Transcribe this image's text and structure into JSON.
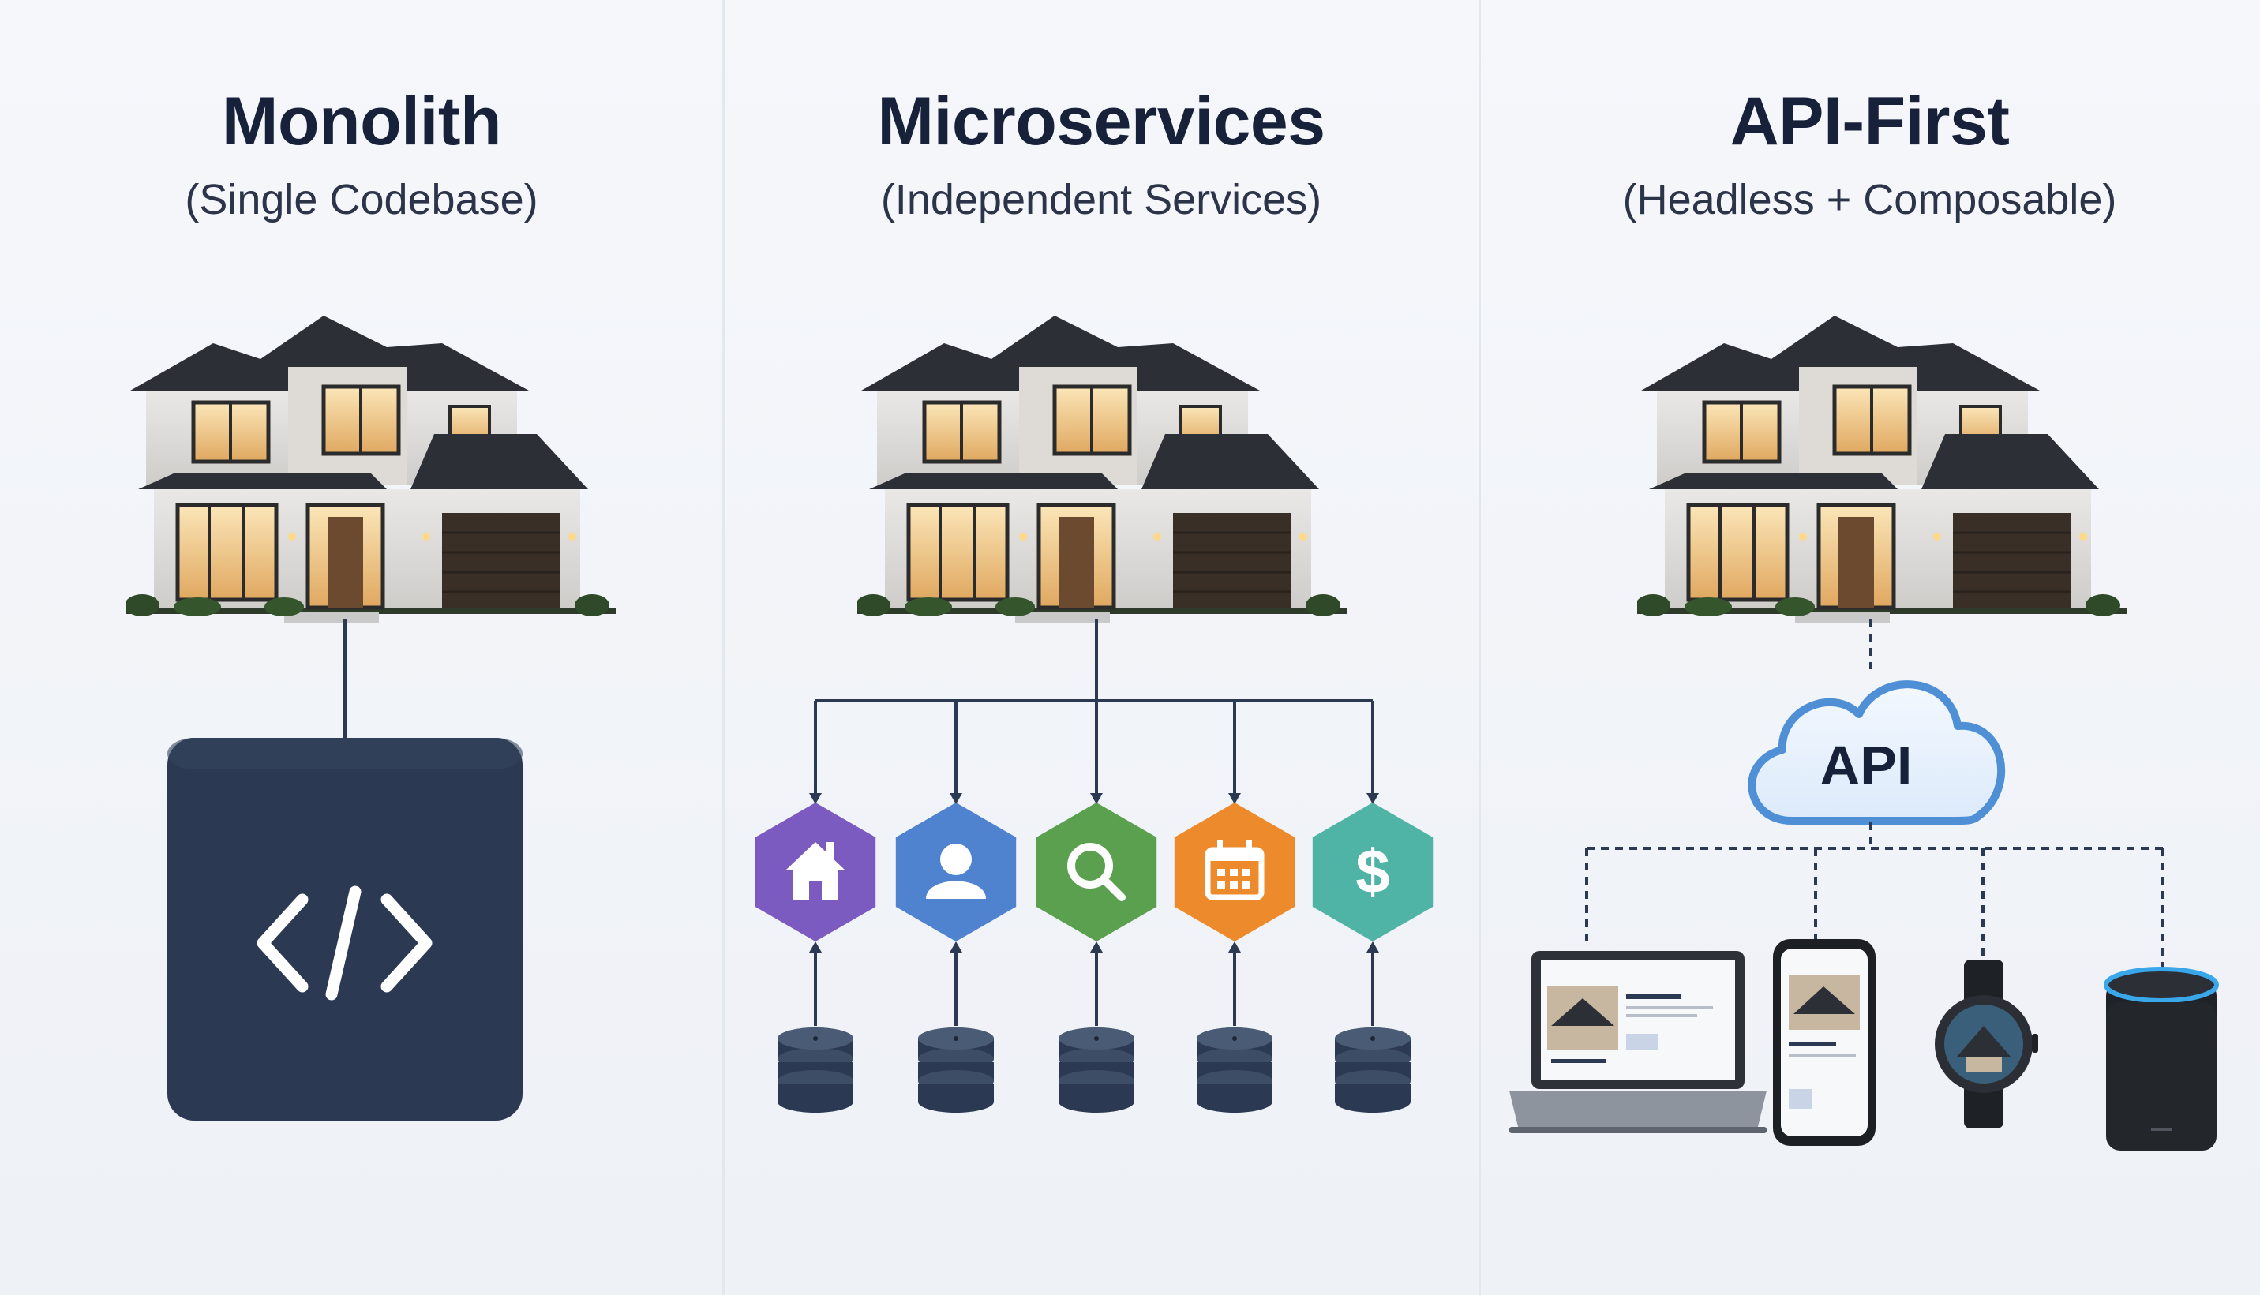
{
  "panels": {
    "monolith": {
      "title": "Monolith",
      "subtitle": "(Single Codebase)"
    },
    "microservices": {
      "title": "Microservices",
      "subtitle": "(Independent Services)"
    },
    "api_first": {
      "title": "API-First",
      "subtitle": "(Headless + Composable)"
    }
  },
  "api_cloud": {
    "label": "API"
  },
  "services": [
    {
      "icon": "home-icon",
      "color": "#7b5bbf"
    },
    {
      "icon": "user-icon",
      "color": "#4f82cf"
    },
    {
      "icon": "search-icon",
      "color": "#5aa04f"
    },
    {
      "icon": "calendar-icon",
      "color": "#ec8a2c"
    },
    {
      "icon": "dollar-icon",
      "color": "#4fb4a6"
    }
  ],
  "devices": [
    "laptop-icon",
    "smartphone-icon",
    "smartwatch-icon",
    "smart-speaker-icon"
  ],
  "colors": {
    "title": "#17223a",
    "block": "#2b3a52",
    "line": "#2b3a52",
    "cloud_stroke": "#4f8fd6"
  }
}
